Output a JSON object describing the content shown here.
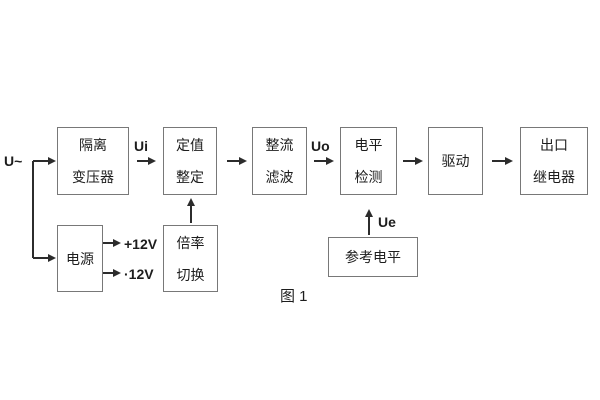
{
  "diagram": {
    "caption": "图 1",
    "input_label": "U~",
    "signal_labels": {
      "ui": "Ui",
      "uo": "Uo",
      "ue": "Ue"
    },
    "power_labels": {
      "positive": "+12V",
      "negative": "·12V"
    },
    "blocks": {
      "isolation_transformer": {
        "line1": "隔离",
        "line2": "变压器"
      },
      "setpoint_setting": {
        "line1": "定值",
        "line2": "整定"
      },
      "rectifier_filter": {
        "line1": "整流",
        "line2": "滤波"
      },
      "level_detection": {
        "line1": "电平",
        "line2": "检测"
      },
      "driver": {
        "line1": "驱动"
      },
      "output_relay": {
        "line1": "出口",
        "line2": "继电器"
      },
      "power_supply": {
        "line1": "电源"
      },
      "ratio_switch": {
        "line1": "倍率",
        "line2": "切换"
      },
      "reference_level": {
        "line1": "参考电平"
      }
    },
    "colors": {
      "background": "#ffffff",
      "box_border": "#787878",
      "flow_line": "#2c2c2c",
      "text": "#1d1d1d"
    }
  }
}
